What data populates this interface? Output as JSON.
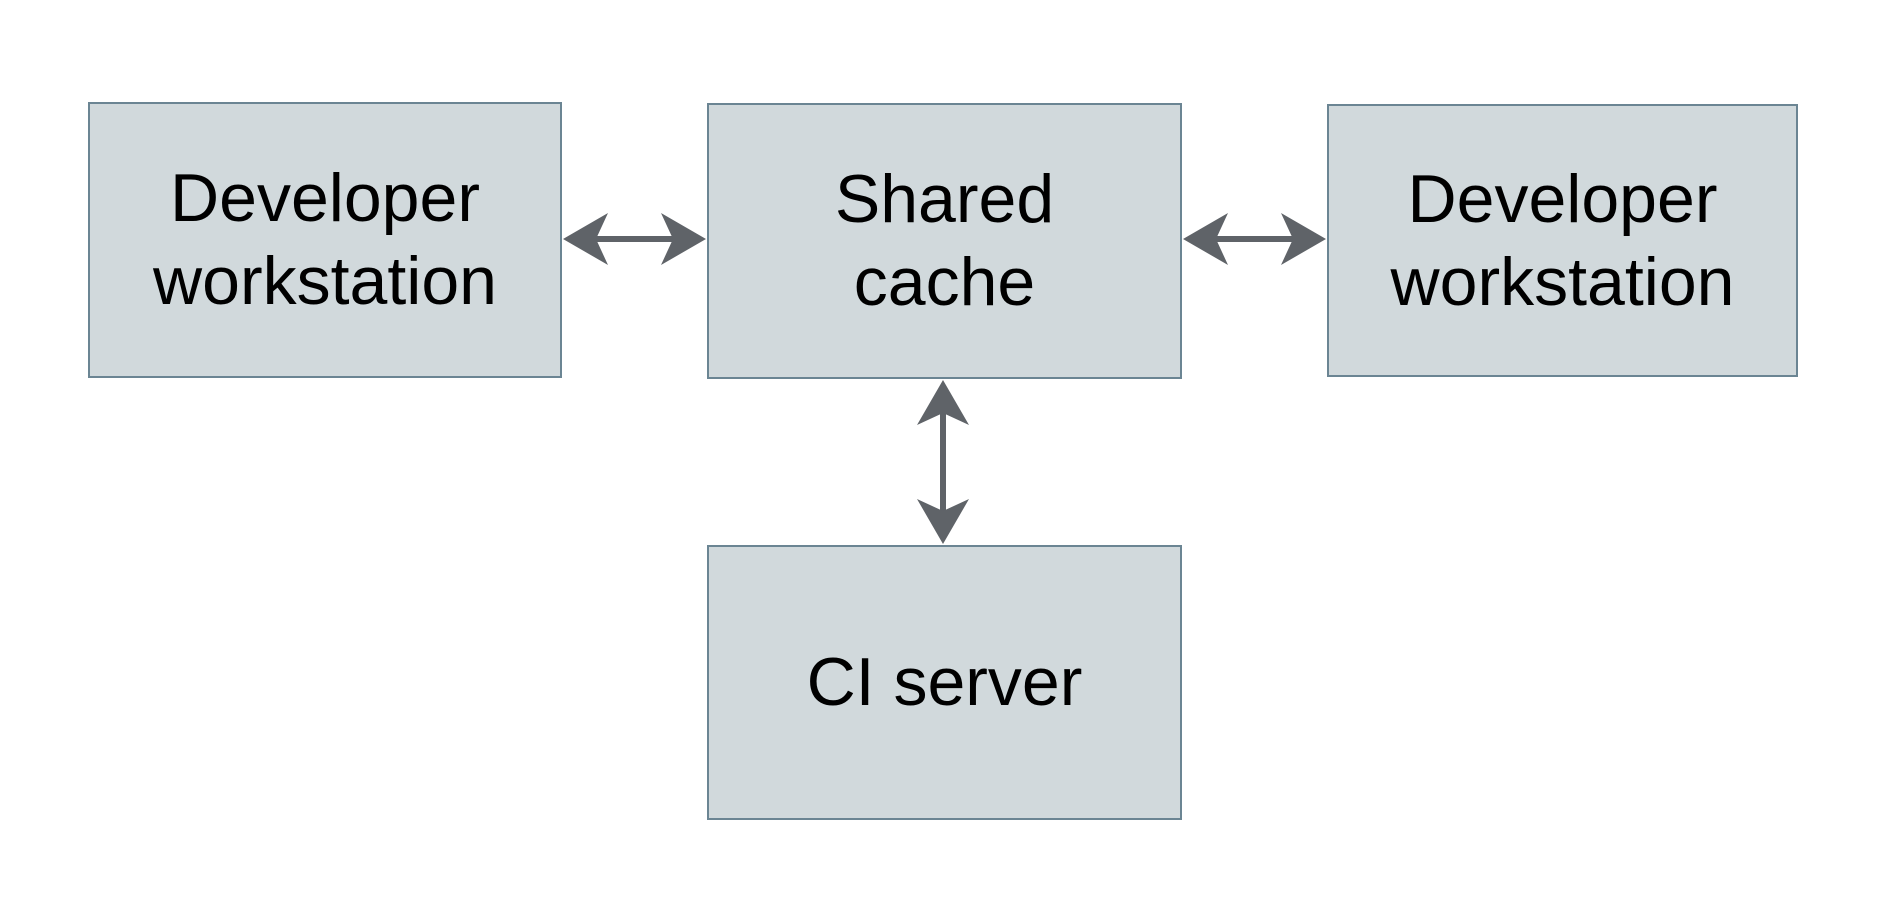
{
  "colors": {
    "background": "#ffffff",
    "node_fill": "#d1d9dc",
    "node_border": "#6b8593",
    "arrow": "#5f6368",
    "text": "#000000"
  },
  "diagram": {
    "nodes": [
      {
        "id": "developer-workstation-left",
        "label": "Developer workstation"
      },
      {
        "id": "shared-cache",
        "label": "Shared cache"
      },
      {
        "id": "developer-workstation-right",
        "label": "Developer workstation"
      },
      {
        "id": "ci-server",
        "label": "CI server"
      }
    ],
    "edges": [
      {
        "from": "developer-workstation-left",
        "to": "shared-cache",
        "type": "bidirectional-arrow"
      },
      {
        "from": "shared-cache",
        "to": "developer-workstation-right",
        "type": "bidirectional-arrow"
      },
      {
        "from": "shared-cache",
        "to": "ci-server",
        "type": "bidirectional-arrow"
      }
    ]
  }
}
